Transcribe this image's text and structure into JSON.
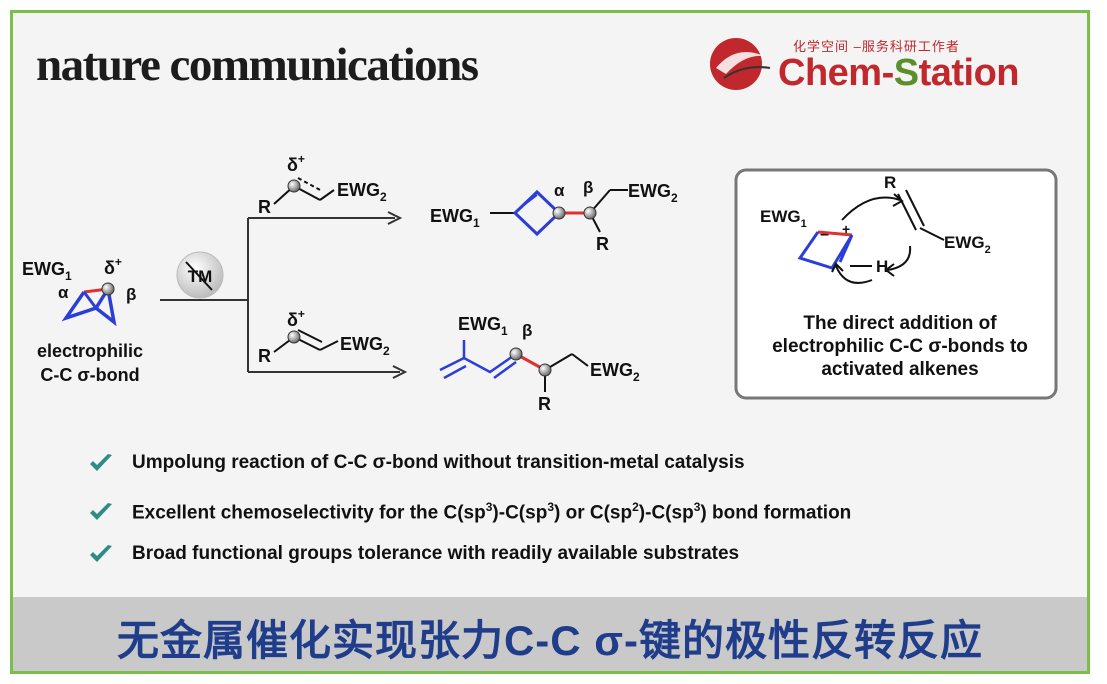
{
  "header": {
    "journal": "nature communications",
    "logo_sub": "化学空间 –服务科研工作者",
    "logo_name_a": "Chem-",
    "logo_name_b": "S",
    "logo_name_c": "tation"
  },
  "scheme": {
    "left": {
      "ewg1": "EWG",
      "ewg1_sub": "1",
      "delta": "δ",
      "delta_sup": "+",
      "alpha": "α",
      "beta": "β",
      "caption_line1": "electrophilic",
      "caption_line2": "C-C σ-bond"
    },
    "catalyst": "TM",
    "top_reagent": {
      "delta": "δ",
      "delta_sup": "+",
      "r": "R",
      "ewg2": "EWG",
      "ewg2_sub": "2"
    },
    "bottom_reagent": {
      "delta": "δ",
      "delta_sup": "+",
      "r": "R",
      "ewg2": "EWG",
      "ewg2_sub": "2"
    },
    "top_product": {
      "ewg1": "EWG",
      "ewg1_sub": "1",
      "alpha": "α",
      "beta": "β",
      "ewg2": "EWG",
      "ewg2_sub": "2",
      "r": "R"
    },
    "bottom_product": {
      "ewg1": "EWG",
      "ewg1_sub": "1",
      "beta": "β",
      "ewg2": "EWG",
      "ewg2_sub": "2",
      "r": "R"
    },
    "box": {
      "ewg1": "EWG",
      "ewg1_sub": "1",
      "minus": "−",
      "plus": "+",
      "r": "R",
      "h": "H",
      "ewg2": "EWG",
      "ewg2_sub": "2",
      "line1": "The direct addition of",
      "line2": "electrophilic C-C σ-bonds to",
      "line3": "activated alkenes"
    }
  },
  "bullets": {
    "b1": "Umpolung reaction of C-C σ-bond without transition-metal catalysis",
    "b2_a": "Excellent chemoselectivity for the C(sp",
    "b2_b": ")-C(sp",
    "b2_c": ") or C(sp",
    "b2_d": ")-C(sp",
    "b2_e": ") bond formation",
    "sup3": "3",
    "sup2": "2",
    "b3": "Broad functional groups tolerance with readily available substrates"
  },
  "banner": "无金属催化实现张力C-C σ-键的极性反转反应",
  "colors": {
    "check": "#2e8b86",
    "accent_blue": "#2b3fd6",
    "bond_red": "#e03030",
    "banner_text": "#1f3d8a",
    "frame": "#7bbf4a"
  }
}
